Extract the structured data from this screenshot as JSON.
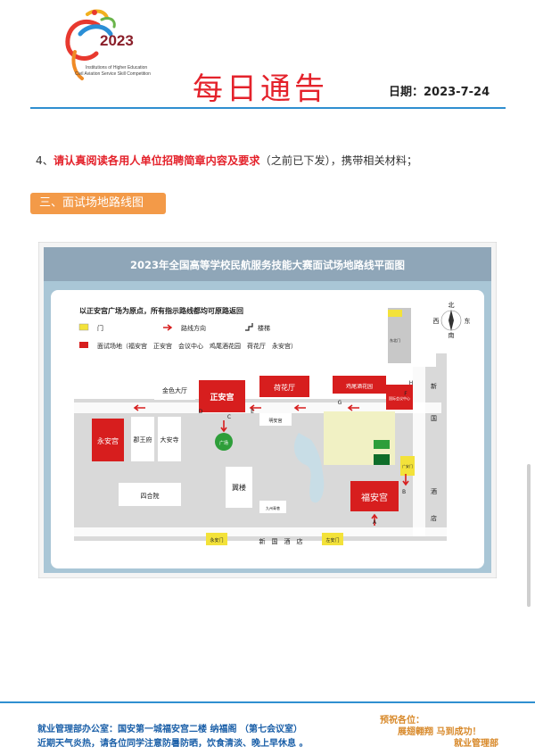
{
  "header": {
    "logo_year": "2023",
    "logo_text_1": "Institutions of Higher Education",
    "logo_text_2": "Civil Aviation Service Skill Competition",
    "title": "每日通告",
    "date": "日期：2023-7-24"
  },
  "notice": {
    "item4_prefix": "4、",
    "item4_highlight": "请认真阅读各用人单位招聘简章内容及要求",
    "item4_suffix": "（之前已下发），携带相关材料；"
  },
  "section": {
    "title": "三、面试场地路线图"
  },
  "map": {
    "title": "2023年全国高等学校民航服务技能大赛面试场地路线平面图",
    "instruction": "以正安宫广场为原点，所有指示路线都均可原路返回",
    "legend_gate": "门",
    "legend_route": "路线方向",
    "legend_stairs": "楼梯",
    "legend_venue": "面试场地（福安宫　正安宫　会议中心　鸡尾酒花园　荷花厅　永安宫）",
    "compass": {
      "n": "北",
      "w": "西",
      "e": "东",
      "s": "南"
    },
    "buildings": {
      "zhengan": "正安宫",
      "hehua": "荷花厅",
      "jiwei": "鸡尾酒花园",
      "huiyi": "国际会议中心",
      "yongan": "永安宫",
      "fuan": "福安宫",
      "jinse": "金色大厅",
      "yiwang": "郡王府",
      "daan": "大安寺",
      "siheyuan": "四合院",
      "yilou": "翼楼",
      "guangchang": "广场",
      "mingan": "明安宫",
      "jiuzhou": "九州青巷",
      "xinguo_left": "新",
      "xinguo_right": "国",
      "jiu": "酒",
      "dian": "店",
      "bottom_road": "新　国　酒　店"
    },
    "gates": {
      "yongan_gate": "永安门",
      "zuoan_gate": "左安门",
      "guangan_gate": "广安门",
      "dongbei": "东北门"
    },
    "points": [
      "A",
      "B",
      "C",
      "D",
      "E",
      "F",
      "G",
      "H"
    ]
  },
  "footer": {
    "line1": "就业管理部办公室：国安第一城福安宫二楼 纳福阁 （第七会议室）",
    "line2": "近期天气炎热，请各位同学注意防暑防晒，饮食清淡、晚上早休息 。",
    "wish1": "预祝各位：",
    "wish2": "展翅翱翔 马到成功！",
    "sign": "就业管理部"
  },
  "colors": {
    "title_red": "#e4222b",
    "rule_blue": "#2f8fd0",
    "section_orange": "#f39a48",
    "venue_red": "#d71e1e",
    "gate_yellow": "#f3e23a",
    "footer_blue": "#1a5fa8",
    "footer_orange": "#d8892a"
  }
}
